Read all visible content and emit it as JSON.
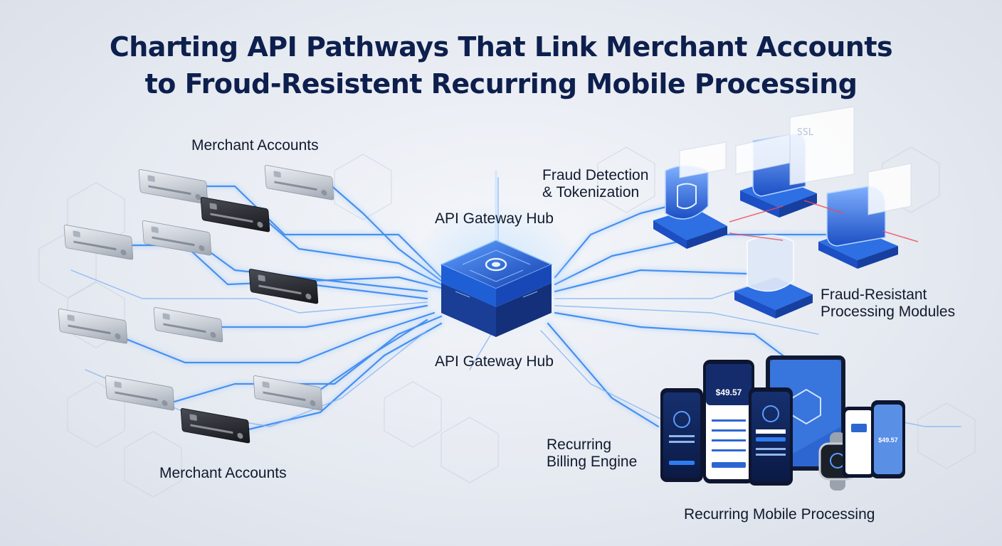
{
  "title": {
    "line1": "Charting API Pathways That Link Merchant Accounts",
    "line2": "to Froud-Resistent Recurring Mobile Processing"
  },
  "labels": {
    "merchant_accounts_top": "Merchant Accounts",
    "merchant_accounts_bottom": "Merchant Accounts",
    "hub_top": "API Gateway Hub",
    "hub_bottom": "API Gateway Hub",
    "fraud_detection_line1": "Fraud Detection",
    "fraud_detection_line2": "& Tokenization",
    "fraud_resistant_line1": "Fraud-Resistant",
    "fraud_resistant_line2": "Processing Modules",
    "recurring_billing_line1": "Recurring",
    "recurring_billing_line2": "Billing Engine",
    "recurring_mobile": "Recurring Mobile Processing"
  },
  "security_panel_text": "SSL",
  "device_screen_text": {
    "phone_amount": "$49.57",
    "phone_small_amount": "$49.57"
  },
  "icons": {
    "hub": "chip-icon",
    "fraud": "shield-icon",
    "card": "credit-card-icon",
    "phone": "smartphone-icon",
    "tablet": "tablet-icon",
    "watch": "smartwatch-icon"
  },
  "colors": {
    "title": "#0d1f4d",
    "path_blue": "#3f8cf0",
    "path_glow": "#9cc8ff",
    "hub_blue": "#1f5fd6",
    "module_blue": "#2e6fe3",
    "card_silver": "#c9ced6",
    "card_black": "#2a2c31",
    "alert_red": "#ef4a5a"
  }
}
